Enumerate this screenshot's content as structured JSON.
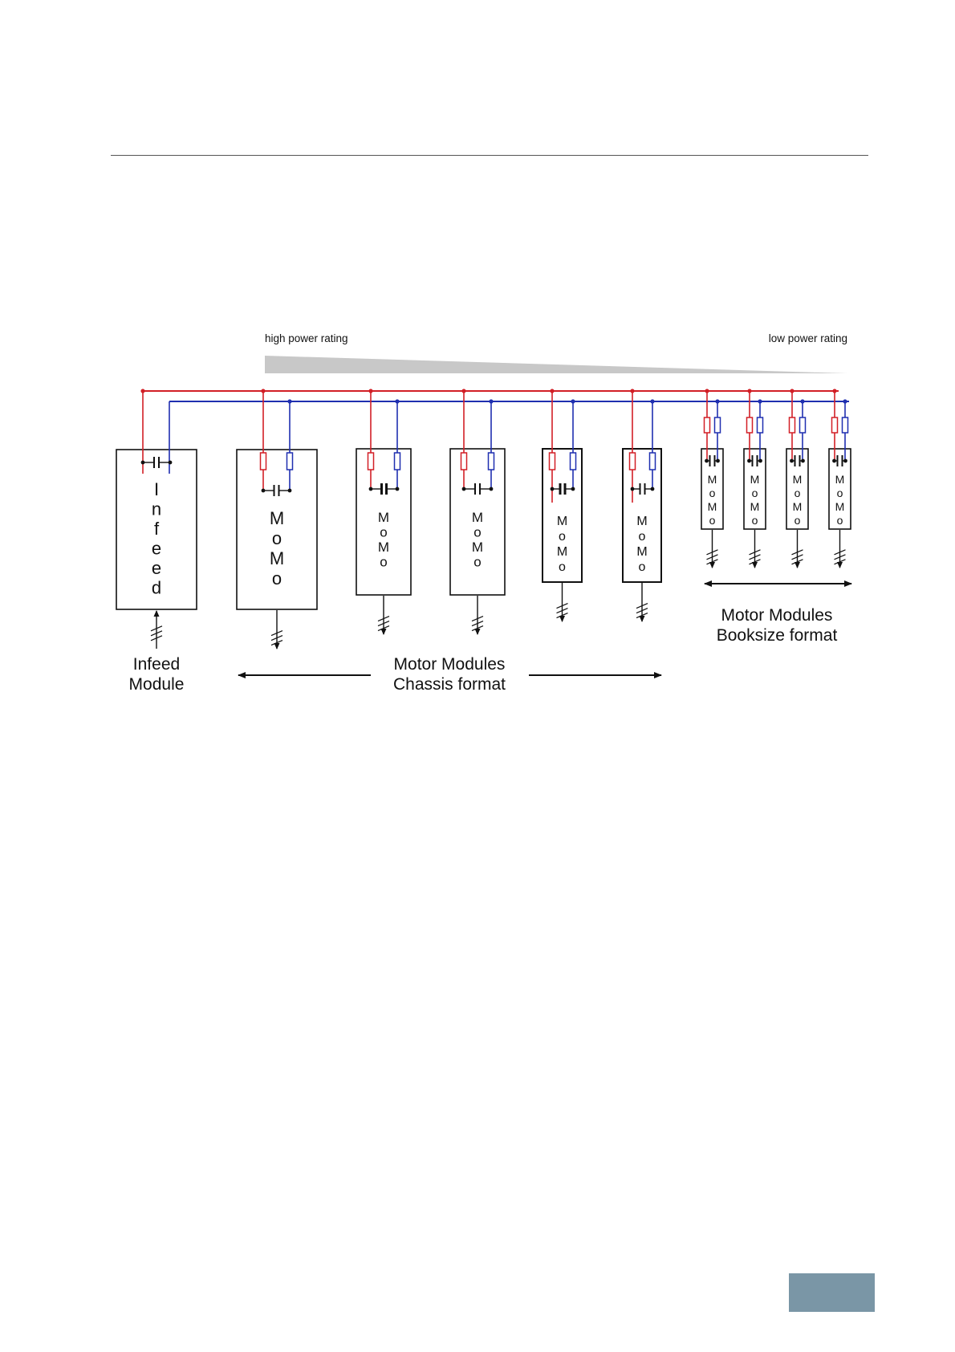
{
  "labels": {
    "high_power": "high power rating",
    "low_power": "low power rating",
    "infeed_vertical": "Infeed",
    "momo": "MoMo",
    "infeed_caption": [
      "Infeed",
      "Module"
    ],
    "chassis_caption": [
      "Motor Modules",
      "Chassis format"
    ],
    "booksize_caption": [
      "Motor Modules",
      "Booksize format"
    ]
  },
  "colors": {
    "dc_positive": "#d21f26",
    "dc_negative": "#1f2fb0",
    "outline": "#111111",
    "power_wedge": "#c8c8c8",
    "footer_tab": "#7a96a6"
  },
  "icons": {
    "capacitor": "capacitor-icon",
    "fuse": "fuse-icon",
    "three_phase": "three-phase-line-icon",
    "arrow": "arrow-icon"
  },
  "modules": {
    "infeed": {
      "type": "infeed"
    },
    "chassis": [
      {
        "type": "chassis"
      },
      {
        "type": "chassis"
      },
      {
        "type": "chassis"
      },
      {
        "type": "chassis"
      },
      {
        "type": "chassis"
      }
    ],
    "booksize": [
      {
        "type": "booksize"
      },
      {
        "type": "booksize"
      },
      {
        "type": "booksize"
      },
      {
        "type": "booksize"
      }
    ]
  }
}
